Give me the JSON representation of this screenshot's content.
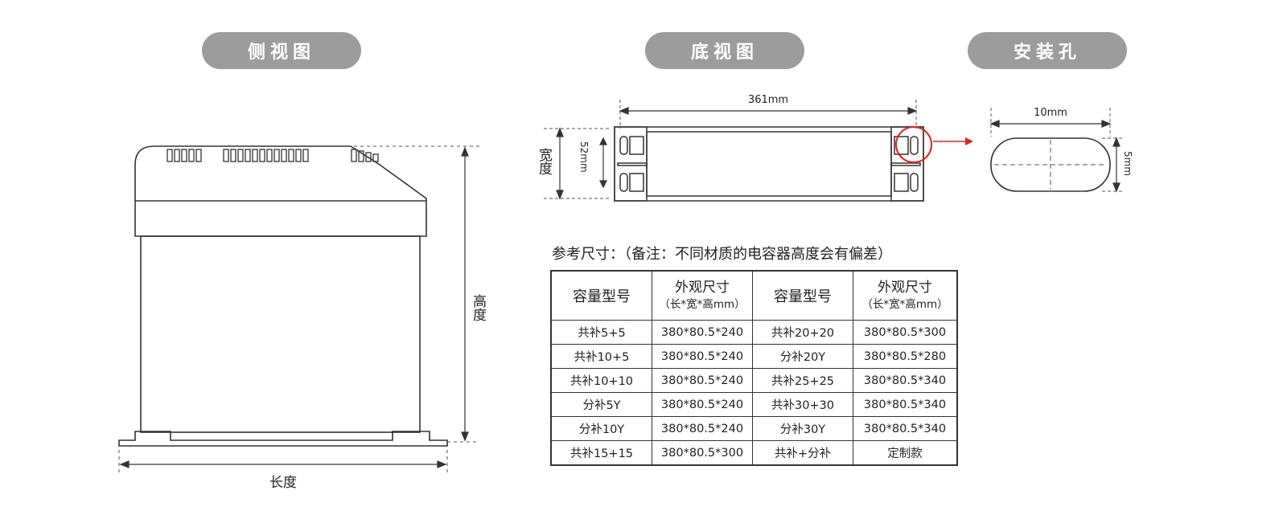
{
  "headings": {
    "side_view": "侧视图",
    "bottom_view": "底视图",
    "mount_hole": "安装孔"
  },
  "side_view": {
    "height_label": "高度",
    "length_label": "长度"
  },
  "bottom_view": {
    "length_dim": "361mm",
    "width_label": "宽度",
    "width_dim": "52mm"
  },
  "mount_hole": {
    "length_dim": "10mm",
    "height_dim": "5mm"
  },
  "reference_note": "参考尺寸：（备注：不同材质的电容器高度会有偏差）",
  "table": {
    "headers": [
      {
        "main": "容量型号",
        "sub": ""
      },
      {
        "main": "外观尺寸",
        "sub": "（长*宽*高mm）"
      },
      {
        "main": "容量型号",
        "sub": ""
      },
      {
        "main": "外观尺寸",
        "sub": "（长*宽*高mm）"
      }
    ],
    "rows": [
      [
        "共补5+5",
        "380*80.5*240",
        "共补20+20",
        "380*80.5*300"
      ],
      [
        "共补10+5",
        "380*80.5*240",
        "分补20Y",
        "380*80.5*280"
      ],
      [
        "共补10+10",
        "380*80.5*240",
        "共补25+25",
        "380*80.5*340"
      ],
      [
        "分补5Y",
        "380*80.5*240",
        "共补30+30",
        "380*80.5*340"
      ],
      [
        "分补10Y",
        "380*80.5*240",
        "分补30Y",
        "380*80.5*340"
      ],
      [
        "共补15+15",
        "380*80.5*300",
        "共补+分补",
        "定制款"
      ]
    ]
  },
  "colors": {
    "pill_bg": "#9c9c9c",
    "line": "#333333",
    "highlight": "#e02020"
  }
}
